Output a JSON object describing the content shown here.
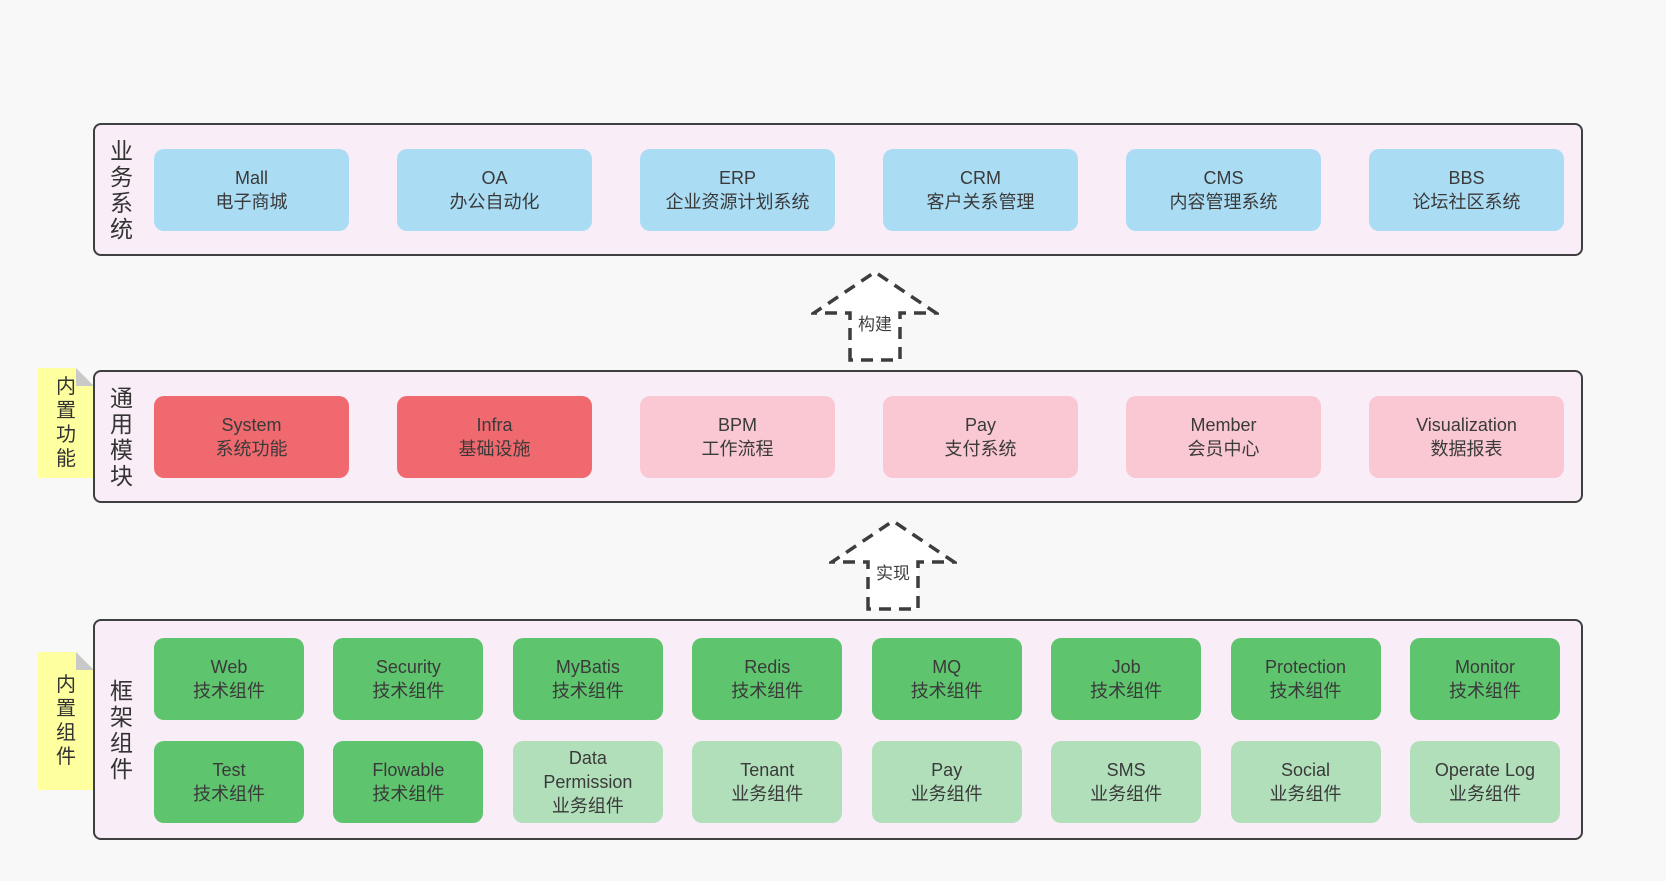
{
  "palette": {
    "page_background": "#f8f8f8",
    "layer_background": "#f9edf7",
    "layer_border": "#3f3f3f",
    "box_blue": "#aadcf4",
    "box_red": "#f0696e",
    "box_pink": "#f9c8d2",
    "box_green": "#5ec46d",
    "box_green_light": "#b1dfba",
    "sticky_yellow": "#feff9e",
    "sticky_fold_gray": "#c9c9c9",
    "text": "#3a3a3a"
  },
  "arrows": [
    {
      "label": "构建"
    },
    {
      "label": "实现"
    }
  ],
  "notes": [
    {
      "label": "内置功能"
    },
    {
      "label": "内置组件"
    }
  ],
  "layers": {
    "business": {
      "label": "业务系统",
      "boxes": [
        {
          "title": "Mall",
          "subtitle": "电子商城",
          "variant": "blue"
        },
        {
          "title": "OA",
          "subtitle": "办公自动化",
          "variant": "blue"
        },
        {
          "title": "ERP",
          "subtitle": "企业资源计划系统",
          "variant": "blue"
        },
        {
          "title": "CRM",
          "subtitle": "客户关系管理",
          "variant": "blue"
        },
        {
          "title": "CMS",
          "subtitle": "内容管理系统",
          "variant": "blue"
        },
        {
          "title": "BBS",
          "subtitle": "论坛社区系统",
          "variant": "blue"
        }
      ]
    },
    "modules": {
      "label": "通用模块",
      "boxes": [
        {
          "title": "System",
          "subtitle": "系统功能",
          "variant": "red"
        },
        {
          "title": "Infra",
          "subtitle": "基础设施",
          "variant": "red"
        },
        {
          "title": "BPM",
          "subtitle": "工作流程",
          "variant": "pink"
        },
        {
          "title": "Pay",
          "subtitle": "支付系统",
          "variant": "pink"
        },
        {
          "title": "Member",
          "subtitle": "会员中心",
          "variant": "pink"
        },
        {
          "title": "Visualization",
          "subtitle": "数据报表",
          "variant": "pink"
        }
      ]
    },
    "components": {
      "label": "框架组件",
      "rows": [
        [
          {
            "title": "Web",
            "subtitle": "技术组件",
            "variant": "green"
          },
          {
            "title": "Security",
            "subtitle": "技术组件",
            "variant": "green"
          },
          {
            "title": "MyBatis",
            "subtitle": "技术组件",
            "variant": "green"
          },
          {
            "title": "Redis",
            "subtitle": "技术组件",
            "variant": "green"
          },
          {
            "title": "MQ",
            "subtitle": "技术组件",
            "variant": "green"
          },
          {
            "title": "Job",
            "subtitle": "技术组件",
            "variant": "green"
          },
          {
            "title": "Protection",
            "subtitle": "技术组件",
            "variant": "green"
          },
          {
            "title": "Monitor",
            "subtitle": "技术组件",
            "variant": "green"
          }
        ],
        [
          {
            "title": "Test",
            "subtitle": "技术组件",
            "variant": "green"
          },
          {
            "title": "Flowable",
            "subtitle": "技术组件",
            "variant": "green"
          },
          {
            "title": "Data Permission",
            "subtitle": "业务组件",
            "variant": "greenlight"
          },
          {
            "title": "Tenant",
            "subtitle": "业务组件",
            "variant": "greenlight"
          },
          {
            "title": "Pay",
            "subtitle": "业务组件",
            "variant": "greenlight"
          },
          {
            "title": "SMS",
            "subtitle": "业务组件",
            "variant": "greenlight"
          },
          {
            "title": "Social",
            "subtitle": "业务组件",
            "variant": "greenlight"
          },
          {
            "title": "Operate Log",
            "subtitle": "业务组件",
            "variant": "greenlight"
          }
        ]
      ]
    }
  }
}
